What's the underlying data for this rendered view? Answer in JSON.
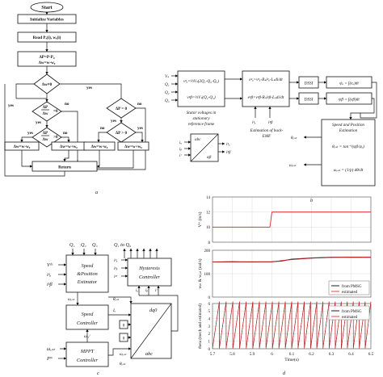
{
  "panel_labels": {
    "a": "a",
    "b": "b",
    "c": "c",
    "d": "d"
  },
  "flowchart": {
    "start": "Start",
    "init": "Initialize Variables",
    "read": "Read Pₑ(i), wₑ(i)",
    "calc_line1": "ΔP=P-P₀",
    "calc_line2": "Δw=w-w₀",
    "decision_main": "Δw≠0",
    "decision_left_1a": "ΔP",
    "decision_left_1b": "Δw",
    "decision_left_1c": "=0",
    "decision_left_2a": "ΔP",
    "decision_left_2b": "Δw",
    "decision_left_2c": ">0",
    "decision_right_1": "ΔP = 0",
    "decision_right_2": "ΔP > 0",
    "action_1": "Δw=w-w₀",
    "action_2": "Δw=w+w₀",
    "action_3": "Δw=w-w₀",
    "action_4": "Δw=w+w₀",
    "return": "Return",
    "yes": "yes",
    "no": "no"
  },
  "block_b": {
    "inputs": [
      "Vₛ",
      "Q₁",
      "Q₂",
      "Q₃"
    ],
    "stator_eq_1": "vᵍₐ=⅓Vₛ(2Q₁-Q₂-Q₃)",
    "stator_eq_2": "vᵍβ=⅓Vₛ(Q₂-Q₃)",
    "stator_caption": "Stator voltages in stationary reference frame",
    "emf_eq_1": "eᵍₐ=vᵍₐ-Rₛiᵍₐ-Lₛdi/dt",
    "emf_eq_2": "eᵍβ=vᵍβ-Rₛiᵍβ-Lₛdi/dt",
    "emf_caption": "Estimation of back-EMF",
    "current_inputs": [
      "iᵍₐ",
      "iᵍβ"
    ],
    "dssi": "DSSI",
    "integral_1": "ψₐ = ∫(eₐ)dt",
    "integral_2": "ψβ = ∫(eβ)dt",
    "abc_top": "abc",
    "abc_bottom": "αβ",
    "abc_inputs": [
      "iₐ",
      "iᵦ",
      "iᶜ"
    ],
    "abc_outputs": [
      "iᵍₐ",
      "iᵍβ"
    ],
    "speed_title": "Speed and Position Estimation",
    "theta_eq": "θₑₛₜ = tan⁻¹(ψβ/ψₐ)",
    "omega_eq": "ωₑₛₜ = (1/p) dθ/dt",
    "outputs": [
      "θₑₛₜ",
      "ωₑₛₜ"
    ]
  },
  "block_c": {
    "top_signals": [
      "Q₁",
      "Q₂",
      "Q₃",
      "Q₁ to Q₆"
    ],
    "left_inputs": [
      "Vᵈᶜ",
      "iᵍₐ",
      "iᵍβ"
    ],
    "speed_estimator": "Speed &Position Estimator",
    "hysteresis": "Hysteresis Controller",
    "speed_controller": "Speed Controller",
    "mppt": "MPPT Controller",
    "dq0_top": "dq0",
    "dq0_bottom": "abc",
    "omega_est": "ωₑₛₜ",
    "omega_ref": "ωᵣₑᶠ",
    "theta_est": "θₑₛₜ",
    "pw": "Pᵂ",
    "iq": "Iᵧ",
    "zero": "0",
    "hyst_inputs": [
      "iᵍₐ",
      "iᵍᵦ",
      "iᵍᶜ"
    ],
    "ref_currents": [
      "iₐ",
      "iᵦ",
      "iᶜ"
    ]
  },
  "chart_data": [
    {
      "type": "line",
      "ylabel": "Vᵂ (m/s)",
      "x": [
        5.7,
        5.99,
        6.0,
        6.5
      ],
      "series": [
        {
          "values": [
            10,
            10,
            12,
            12
          ]
        }
      ],
      "xlim": [
        5.7,
        6.5
      ],
      "ylim": [
        8,
        14
      ],
      "yticks": [
        8,
        10,
        12,
        14
      ],
      "grid": true
    },
    {
      "type": "line",
      "ylabel": "wₘ & wₑₛₜ (rad/s)",
      "x": [
        5.7,
        5.8,
        5.9,
        6.0,
        6.05,
        6.1,
        6.2,
        6.3,
        6.4,
        6.5
      ],
      "series": [
        {
          "name": "from PMSG",
          "values": [
            150,
            151,
            150,
            151,
            154,
            162,
            167,
            170,
            170,
            170
          ]
        },
        {
          "name": "estimated",
          "values": [
            150,
            150,
            151,
            150,
            156,
            160,
            166,
            169,
            171,
            170
          ]
        }
      ],
      "xlim": [
        5.7,
        6.5
      ],
      "ylim": [
        0,
        200
      ],
      "yticks": [
        0,
        100,
        200
      ],
      "legend": "bottom-right",
      "grid": true
    },
    {
      "type": "line",
      "ylabel": "theta (mech and estimated)",
      "xlabel": "Time(s)",
      "x_range": [
        5.7,
        6.5
      ],
      "series": [
        {
          "name": "from PMSG",
          "period_start": 0.0345,
          "period_end": 0.0295,
          "amplitude": 6.28
        },
        {
          "name": "estimated",
          "period_start": 0.0345,
          "period_end": 0.0295,
          "amplitude": 6.28
        }
      ],
      "xlim": [
        5.7,
        6.5
      ],
      "ylim": [
        0,
        6
      ],
      "yticks": [
        0,
        1,
        2,
        3,
        4,
        5,
        6
      ],
      "xticks": [
        "5.7",
        "5.8",
        "5.9",
        "6",
        "6.1",
        "6.2",
        "6.3",
        "6.4",
        "6.5"
      ],
      "legend": "top-right",
      "grid": true
    }
  ],
  "colors": {
    "series_pmsg": "#333333",
    "series_est": "#d7191c",
    "grid": "#dcdcdc"
  }
}
